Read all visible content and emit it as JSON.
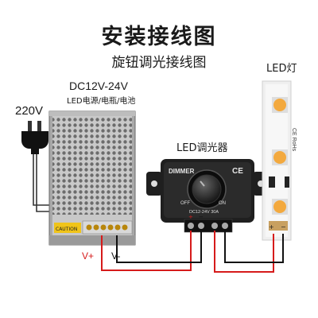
{
  "title": "安装接线图",
  "subtitle": "旋钮调光接线图",
  "mains": {
    "voltage_label": "220V"
  },
  "power_supply": {
    "voltage_label": "DC12V-24V",
    "description": "LED电源/电瓶/电池",
    "caution_label": "CAUTION",
    "positive_label": "V+",
    "negative_label": "V-"
  },
  "dimmer": {
    "caption": "LED调光器",
    "brand": "DIMMER",
    "ce_mark": "CE",
    "off_label": "OFF",
    "on_label": "ON",
    "rating": "DC12-24V 30A",
    "terminal_plus": "+",
    "terminal_minus": "−"
  },
  "led_strip": {
    "caption": "LED灯",
    "printed_marks": [
      "CE RoHs"
    ],
    "plus_label": "+",
    "minus_label": "−"
  },
  "colors": {
    "positive_wire": "#d61b1b",
    "negative_wire": "#111111",
    "mains_wire": "#333333",
    "led_chip": "#f3a93e",
    "dimmer_body": "#1f1f1f",
    "psu_mesh": "#b7b7b7"
  }
}
